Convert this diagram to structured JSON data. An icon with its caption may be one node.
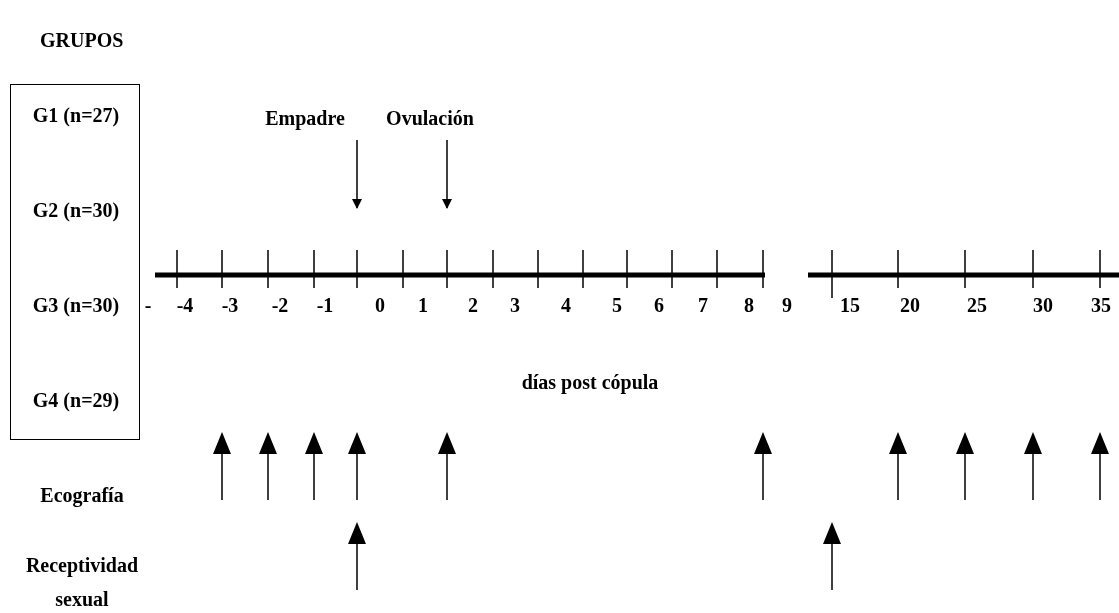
{
  "diagram": {
    "title": "GRUPOS",
    "nodes": [
      {
        "text": [
          "G1 (n=27)",
          "G2 (n=30)",
          "G3 (n=30)",
          "G4 (n=29)"
        ]
      },
      {
        "text": [
          "Empadre"
        ]
      },
      {
        "text": [
          "Ovulación"
        ]
      }
    ],
    "edges": [
      {
        "from": 1,
        "to": null,
        "arrow": "to"
      },
      {
        "from": 2,
        "to": null,
        "arrow": "to"
      }
    ],
    "labels": [
      "-",
      "-4",
      "-3",
      "-2",
      "-1",
      "0",
      "1",
      "2",
      "3",
      "4",
      "5",
      "6",
      "7",
      "8",
      "9",
      "15",
      "20",
      "25",
      "30",
      "35",
      "días post cópula",
      "Ecografía",
      "Receptividad sexual"
    ]
  }
}
